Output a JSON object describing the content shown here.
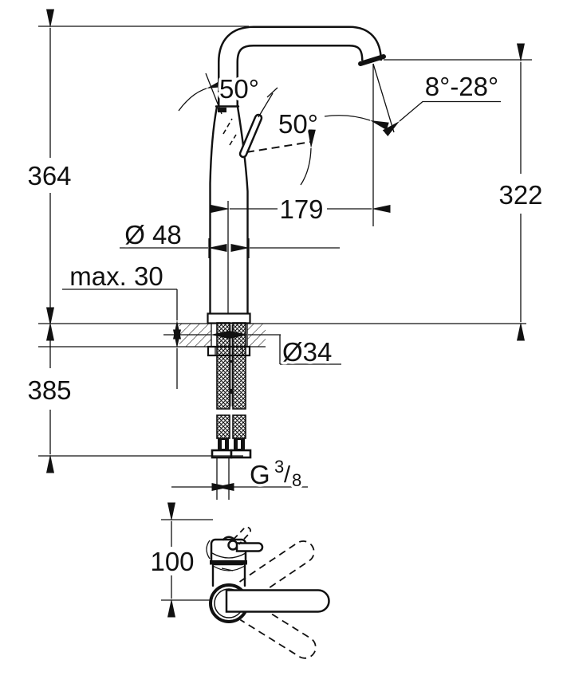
{
  "drawing": {
    "side_view": {
      "total_height": "364",
      "spout_height": "322",
      "spout_reach": "179",
      "body_diameter": "Ø 48",
      "deck_thickness_max": "max. 30",
      "hole_diameter": "Ø34",
      "below_deck_length": "385",
      "handle_angle_back": "50°",
      "handle_angle_front": "50°",
      "spray_angle_range": "8°-28°",
      "thread": {
        "letter": "G",
        "numerator": "3",
        "slash": "/",
        "denominator": "8"
      }
    },
    "plan_view": {
      "depth": "100"
    },
    "line_color": "#111111",
    "background_color": "#ffffff"
  }
}
